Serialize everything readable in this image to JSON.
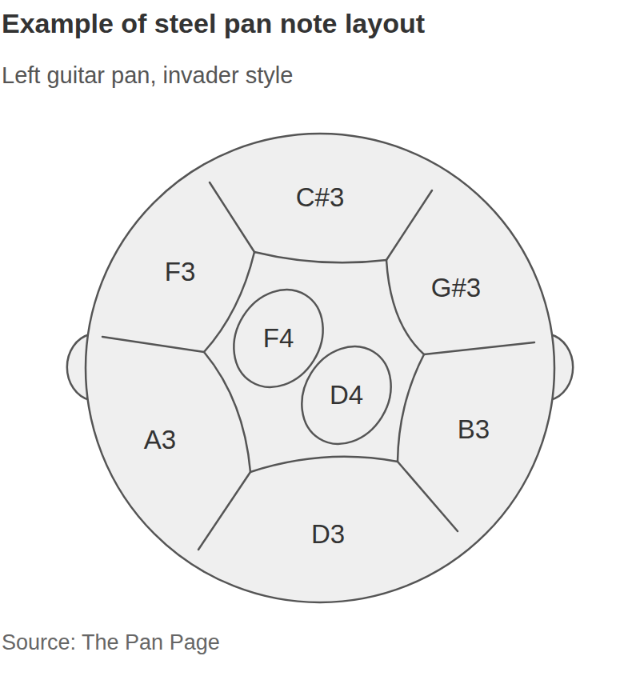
{
  "diagram": {
    "title": "Example of steel pan note layout",
    "caption": "Source: The Pan Page",
    "nodes": [
      {
        "text": [
          "C#3"
        ]
      },
      {
        "text": [
          "F3"
        ]
      },
      {
        "text": [
          "G#3"
        ]
      },
      {
        "text": [
          "F4"
        ]
      },
      {
        "text": [
          "D4"
        ]
      },
      {
        "text": [
          "A3"
        ]
      },
      {
        "text": [
          "B3"
        ]
      },
      {
        "text": [
          "D3"
        ]
      }
    ],
    "labels": [
      "Left guitar pan, invader style"
    ]
  }
}
